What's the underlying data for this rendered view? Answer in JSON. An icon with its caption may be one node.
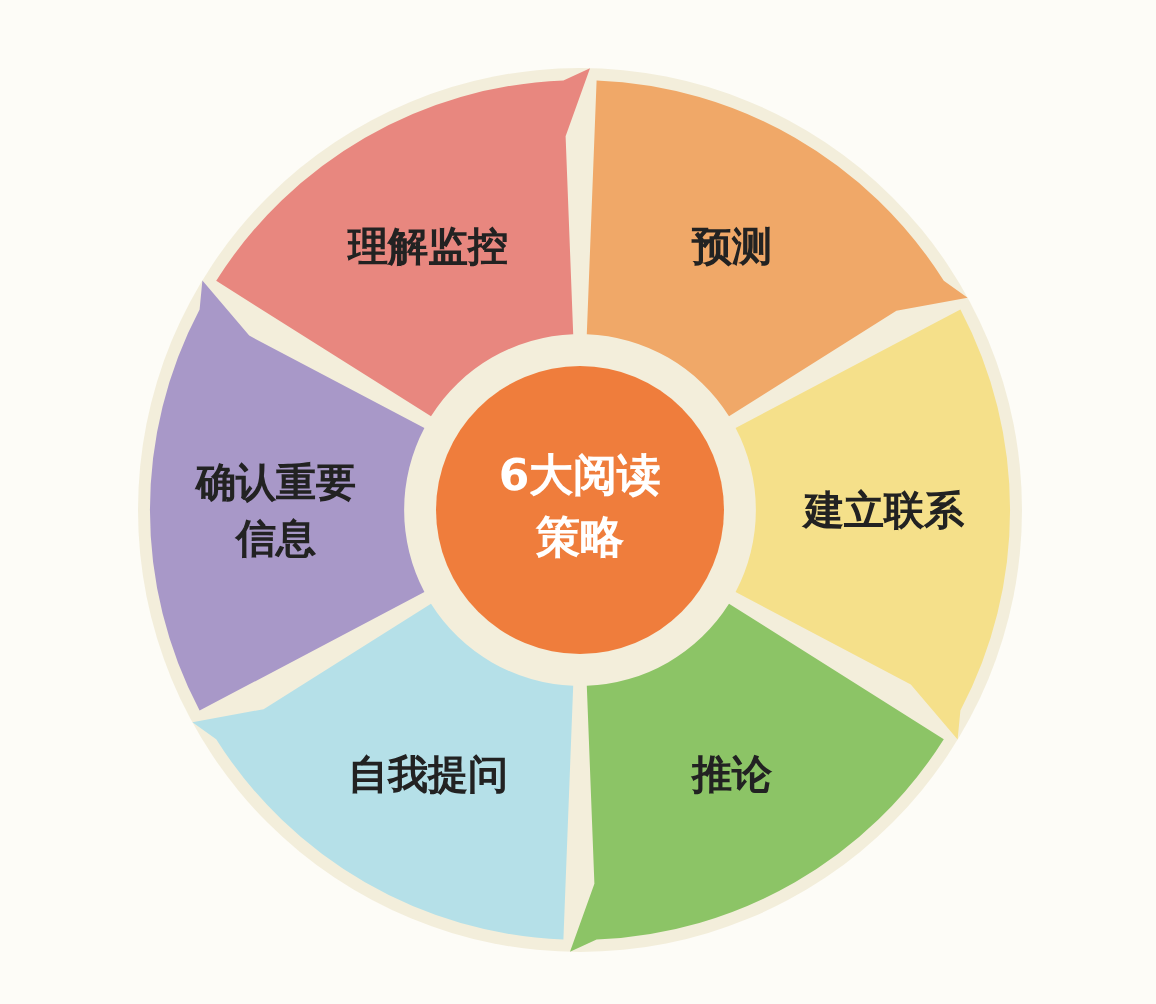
{
  "diagram": {
    "nodes": [
      {
        "text": [
          "6大阅读策略"
        ]
      },
      {
        "text": [
          "预测"
        ]
      },
      {
        "text": [
          "建立联系"
        ]
      },
      {
        "text": [
          "推论"
        ]
      },
      {
        "text": [
          "自我提问"
        ]
      },
      {
        "text": [
          "确认重要信息"
        ]
      },
      {
        "text": [
          "理解监控"
        ]
      }
    ]
  }
}
